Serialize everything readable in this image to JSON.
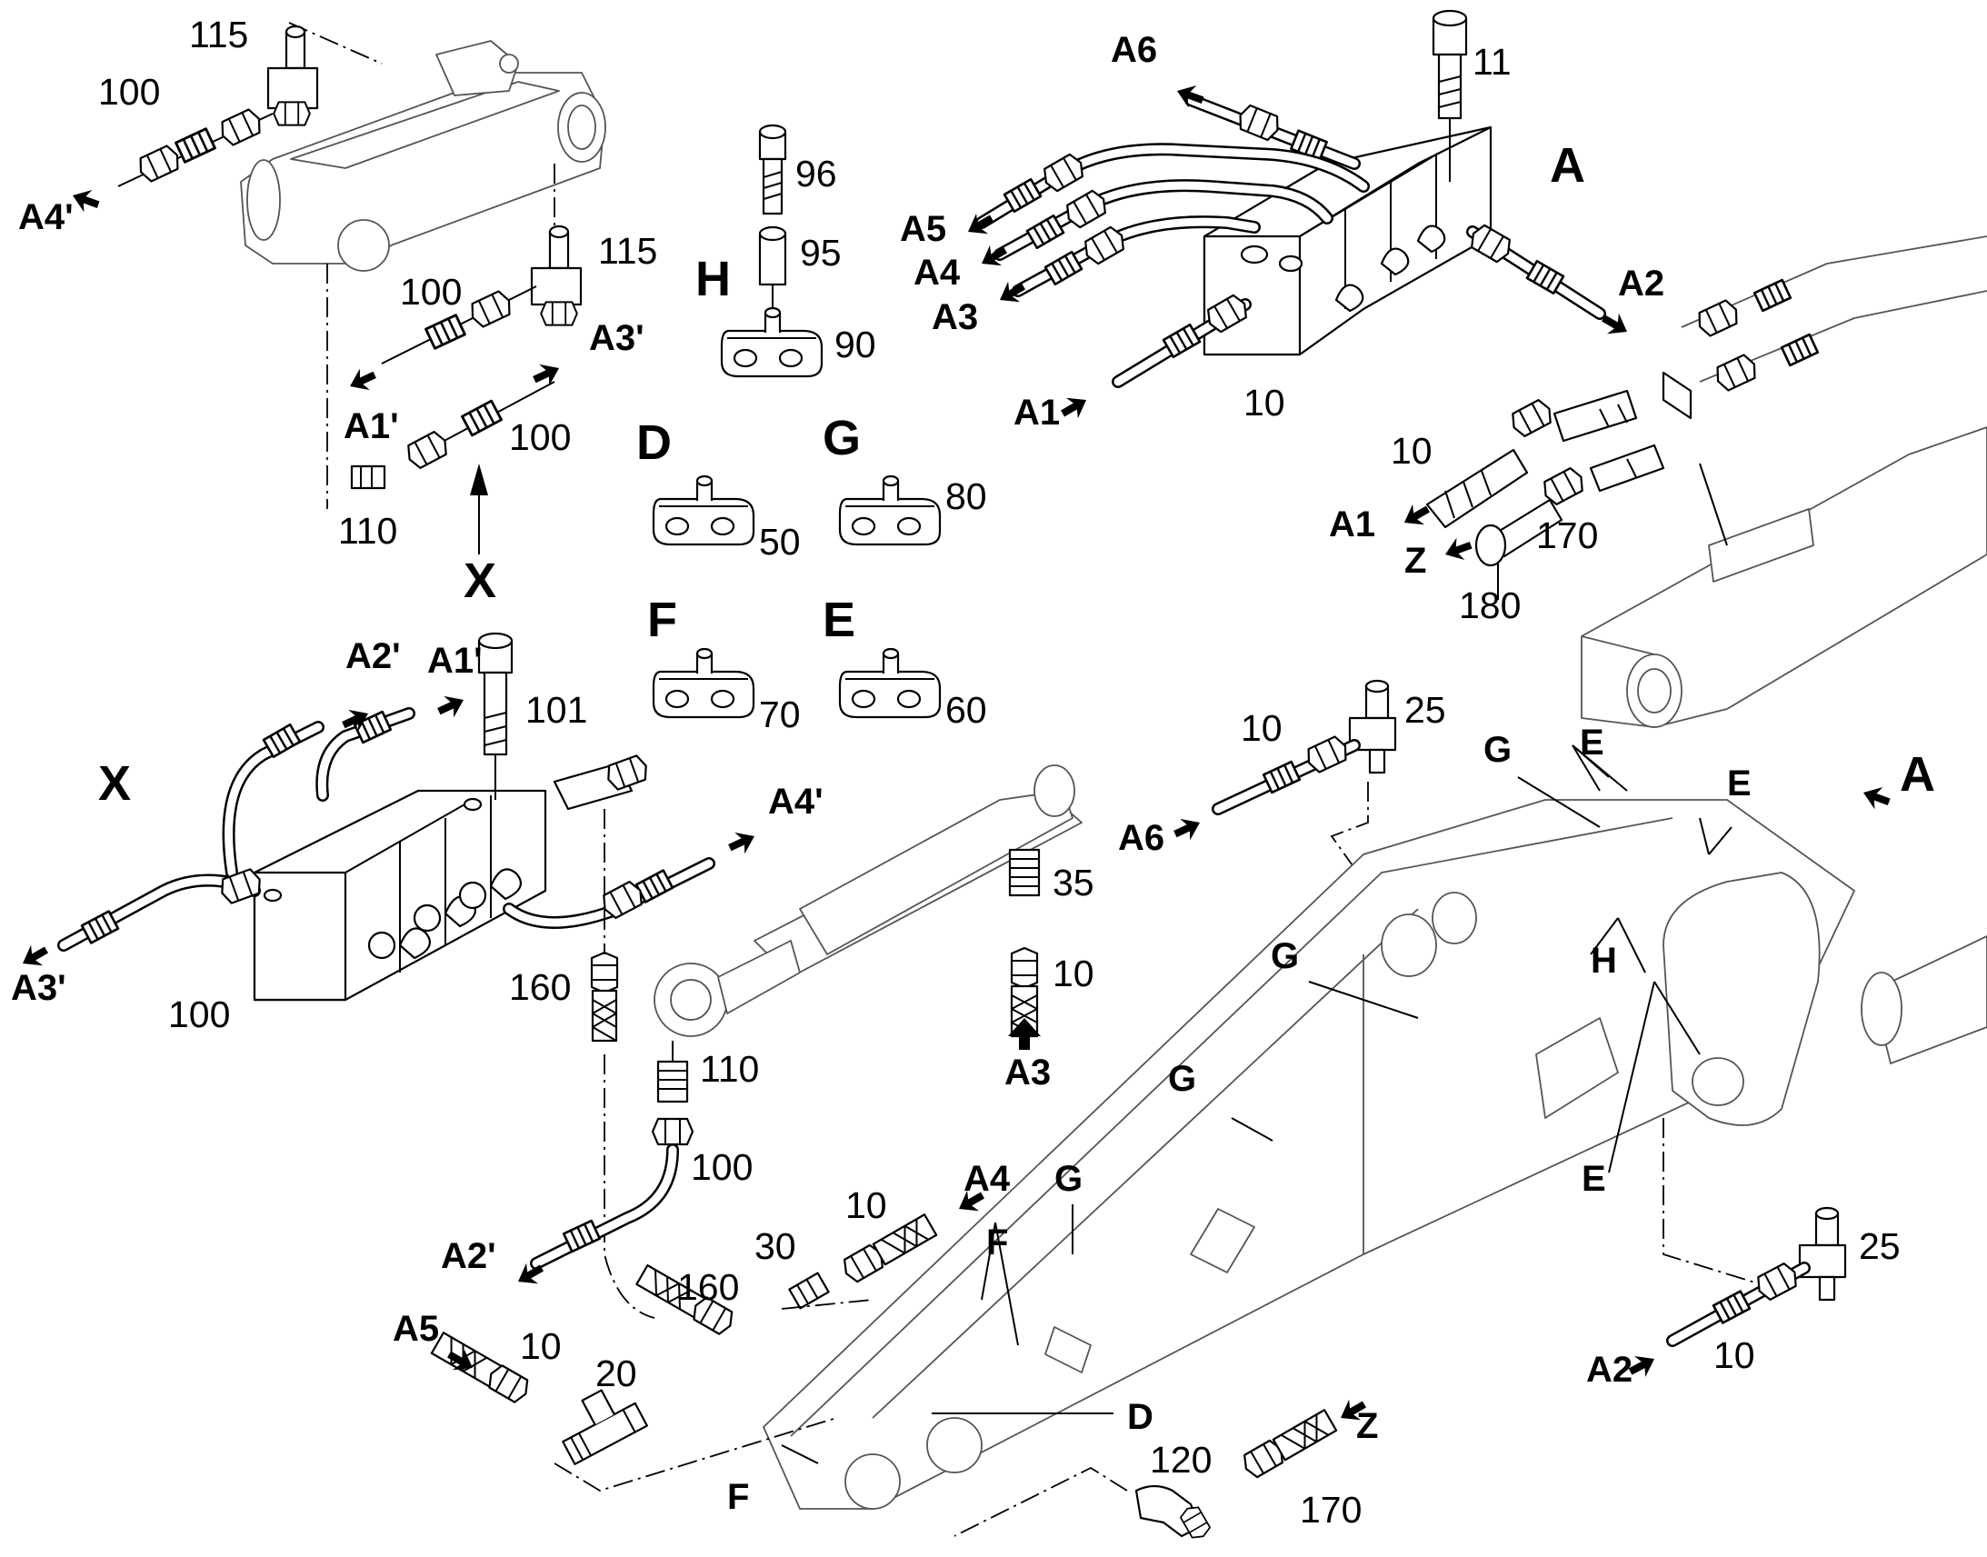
{
  "labels": {
    "n115a": "115",
    "n100a": "100",
    "a4p_a": "A4'",
    "n115b": "115",
    "n100b": "100",
    "a3p_a": "A3'",
    "a1p_a": "A1'",
    "n100c": "100",
    "n110a": "110",
    "x_a": "X",
    "n96": "96",
    "n95": "95",
    "h_big": "H",
    "n90": "90",
    "d_big": "D",
    "g_big": "G",
    "n50": "50",
    "n80": "80",
    "f_big": "F",
    "e_big": "E",
    "n70": "70",
    "n60": "60",
    "a6_a": "A6",
    "n11": "11",
    "a_big_top": "A",
    "a5_a": "A5",
    "a4_a": "A4",
    "a3_a": "A3",
    "a2_a": "A2",
    "a1_a": "A1",
    "n10_a": "10",
    "n10_b": "10",
    "a1_b": "A1",
    "z_a": "Z",
    "n170_a": "170",
    "n180": "180",
    "x_b": "X",
    "a2p_b": "A2'",
    "a1p_b": "A1'",
    "n101": "101",
    "a4p_b": "A4'",
    "a3p_b": "A3'",
    "n100d": "100",
    "n160_a": "160",
    "n110_b": "110",
    "n100e": "100",
    "n35": "35",
    "n10_c": "10",
    "a3_b": "A3",
    "n10_d": "10",
    "n25_a": "25",
    "a6_b": "A6",
    "g_s1": "G",
    "e_s1": "E",
    "e_s2": "E",
    "a_big_mid": "A",
    "g_s2": "G",
    "h_s": "H",
    "g_s3": "G",
    "e_s3": "E",
    "a2p_c": "A2'",
    "n10_e": "10",
    "a4_b": "A4",
    "n30": "30",
    "g_s4": "G",
    "f_s1": "F",
    "a5_b": "A5",
    "n10_f": "10",
    "n20": "20",
    "n160_b": "160",
    "d_s": "D",
    "f_s2": "F",
    "n120": "120",
    "z_b": "Z",
    "n170_b": "170",
    "n25_b": "25",
    "a2_b": "A2",
    "n10_g": "10"
  }
}
